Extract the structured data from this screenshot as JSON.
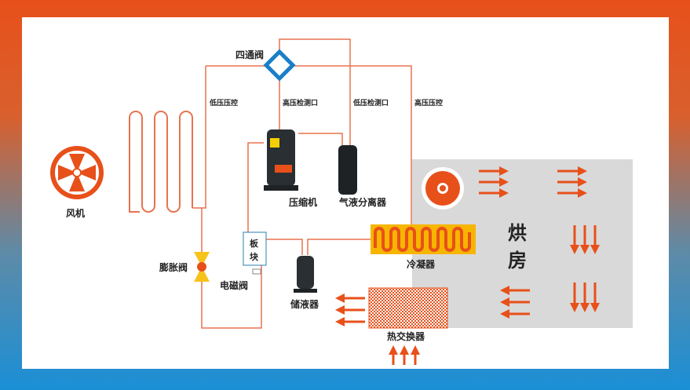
{
  "labels": {
    "four_way_valve": "四通阀",
    "low_pressure_control": "低压压控",
    "high_pressure_port": "高压检测口",
    "low_pressure_port": "低压检测口",
    "high_pressure_control": "高压压控",
    "fan": "风机",
    "compressor": "压缩机",
    "gas_liquid_separator": "气液分离器",
    "plate_block_1": "板",
    "plate_block_2": "块",
    "expansion_valve": "膨胀阀",
    "solenoid_valve": "电磁阀",
    "liquid_receiver": "储液器",
    "condenser": "冷凝器",
    "heat_exchanger": "热交换器",
    "drying_room_1": "烘",
    "drying_room_2": "房"
  },
  "colors": {
    "pipe": "#e8734f",
    "accent": "#e8501a",
    "valve": "#1a7fc8",
    "room": "#d9d9d9",
    "condenser_bg": "#f7b500"
  }
}
